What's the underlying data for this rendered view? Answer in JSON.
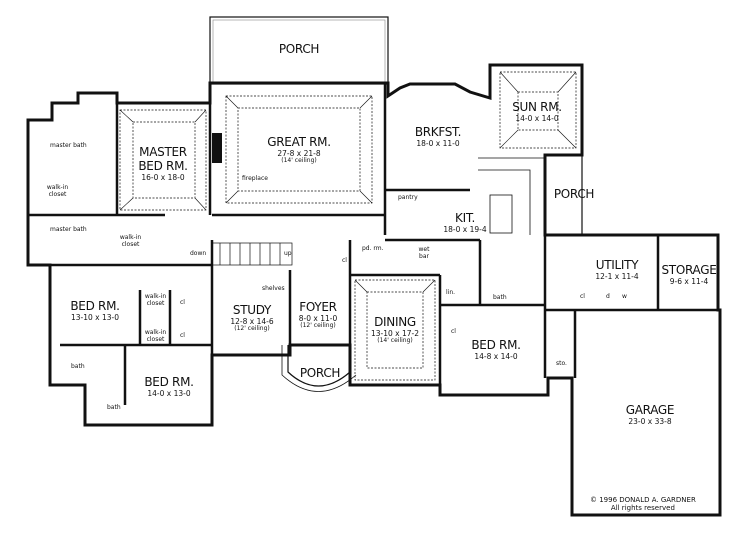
{
  "rooms": [
    {
      "name": "PORCH",
      "size": "",
      "ceiling": ""
    },
    {
      "name": "GREAT RM.",
      "size": "27-8 x 21-8",
      "ceiling": "(14' ceiling)"
    },
    {
      "name": "MASTER BED RM.",
      "size": "16-0 x 18-0",
      "ceiling": ""
    },
    {
      "name": "SUN RM.",
      "size": "14-0 x 14-0",
      "ceiling": ""
    },
    {
      "name": "BRKFST.",
      "size": "18-0 x 11-0",
      "ceiling": ""
    },
    {
      "name": "KIT.",
      "size": "18-0 x 19-4",
      "ceiling": ""
    },
    {
      "name": "PORCH",
      "size": "",
      "ceiling": ""
    },
    {
      "name": "UTILITY",
      "size": "12-1 x 11-4",
      "ceiling": ""
    },
    {
      "name": "STORAGE",
      "size": "9-6 x 11-4",
      "ceiling": ""
    },
    {
      "name": "BED RM.",
      "size": "13-10 x 13-0",
      "ceiling": ""
    },
    {
      "name": "STUDY",
      "size": "12-8 x 14-6",
      "ceiling": "(12' ceiling)"
    },
    {
      "name": "FOYER",
      "size": "8-0 x 11-0",
      "ceiling": "(12' ceiling)"
    },
    {
      "name": "DINING",
      "size": "13-10 x 17-2",
      "ceiling": "(14' ceiling)"
    },
    {
      "name": "BED RM.",
      "size": "14-8 x 14-0",
      "ceiling": ""
    },
    {
      "name": "PORCH",
      "size": "",
      "ceiling": ""
    },
    {
      "name": "BED RM.",
      "size": "14-0 x 13-0",
      "ceiling": ""
    },
    {
      "name": "GARAGE",
      "size": "23-0 x 33-8",
      "ceiling": ""
    }
  ],
  "small_labels": [
    "master bath",
    "walk-in closet",
    "master bath",
    "walk-in closet",
    "fireplace",
    "down",
    "up",
    "pantry",
    "pd. rm.",
    "cl",
    "wet bar",
    "bath",
    "lin.",
    "cl",
    "cl",
    "d",
    "w",
    "walk-in closet",
    "cl",
    "walk-in closet",
    "cl",
    "bath",
    "bath",
    "shelves",
    "sto."
  ],
  "copyright": {
    "line1": "© 1996 DONALD A. GARDNER",
    "line2": "All rights reserved"
  }
}
